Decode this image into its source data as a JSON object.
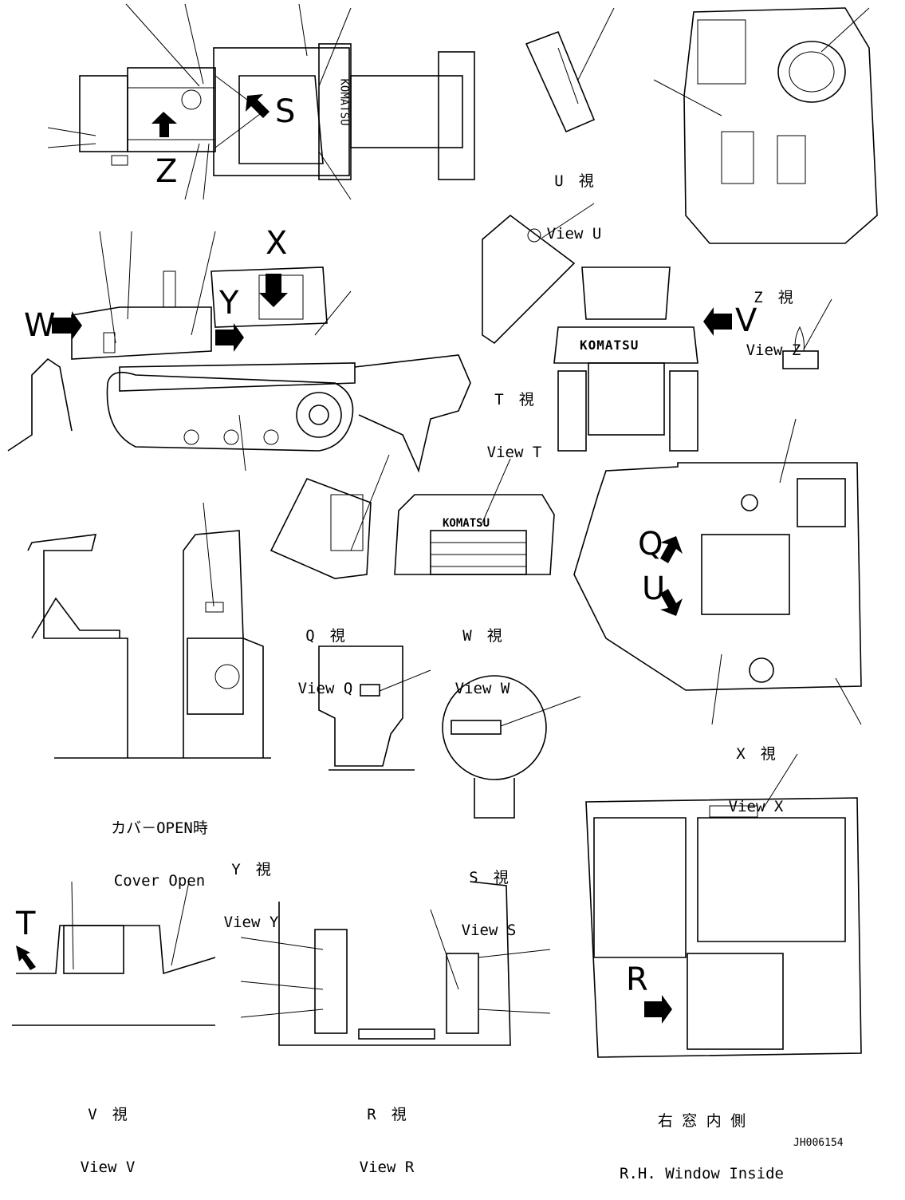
{
  "views": {
    "u": {
      "jp": "U　視",
      "en": "View U"
    },
    "z": {
      "jp": "Z　視",
      "en": "View Z"
    },
    "t": {
      "jp": "T　視",
      "en": "View T"
    },
    "q": {
      "jp": "Q　視",
      "en": "View Q"
    },
    "w": {
      "jp": "W　視",
      "en": "View W"
    },
    "x": {
      "jp": "X　視",
      "en": "View X"
    },
    "y": {
      "jp": "Y　視",
      "en": "View Y"
    },
    "s": {
      "jp": "S　視",
      "en": "View S"
    },
    "v": {
      "jp": "V　視",
      "en": "View V"
    },
    "r": {
      "jp": "R　視",
      "en": "View R"
    },
    "rh_window": {
      "jp": "右 窓 内 側",
      "en": "R.H. Window Inside"
    },
    "cover_open": {
      "jp": "カバ－OPEN時",
      "en": "Cover Open"
    }
  },
  "markers": {
    "s": "S",
    "z": "Z",
    "x": "X",
    "y": "Y",
    "w": "W",
    "v": "V",
    "q": "Q",
    "u": "U",
    "t": "T",
    "r": "R"
  },
  "brand": "KOMATSU",
  "drawing_code": "JH006154"
}
